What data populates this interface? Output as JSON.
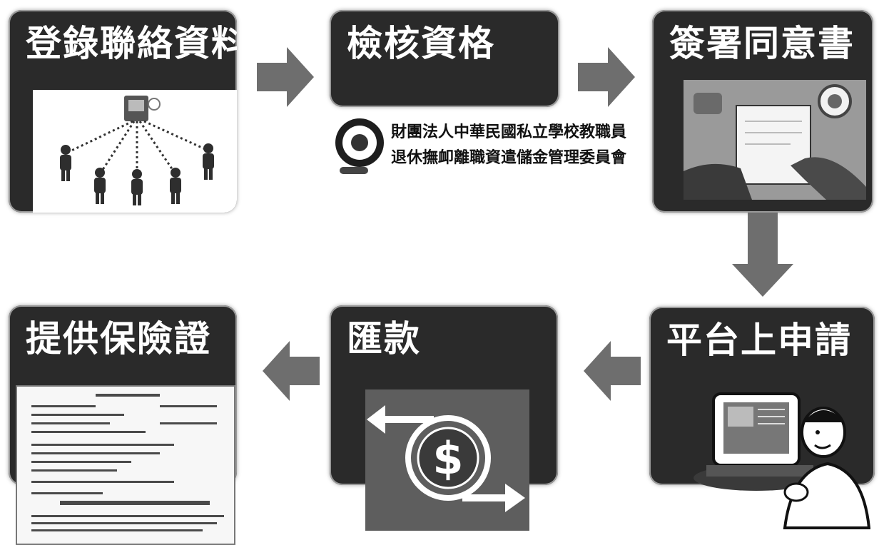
{
  "steps": [
    {
      "id": 1,
      "title": "登錄聯絡資料"
    },
    {
      "id": 2,
      "title": "檢核資格",
      "org_line1": "財團法人中華民國私立學校教職員",
      "org_line2": "退休撫卹離職資遣儲金管理委員會"
    },
    {
      "id": 3,
      "title": "簽署同意書"
    },
    {
      "id": 4,
      "title": "平台上申請"
    },
    {
      "id": 5,
      "title": "匯款"
    },
    {
      "id": 6,
      "title": "提供保險證"
    }
  ],
  "icons": {
    "step1": "contact-network-icon",
    "step2": "fund-logo-icon",
    "step3": "signing-document-icon",
    "step4": "computer-user-icon",
    "step5": "money-transfer-icon",
    "step6": "insurance-certificate-icon"
  },
  "colors": {
    "card": "#2a2a2a",
    "arrow": "#6e6e6e",
    "text": "#ffffff"
  }
}
